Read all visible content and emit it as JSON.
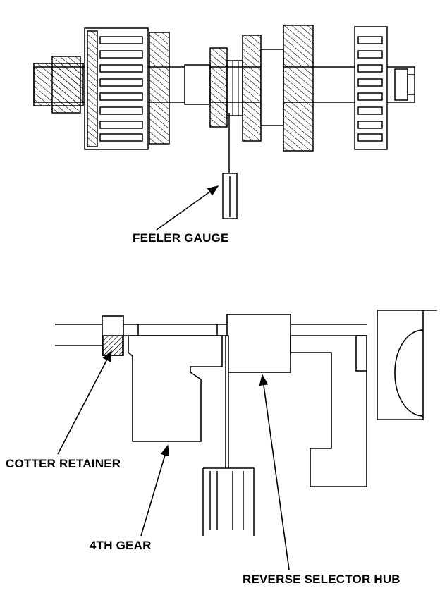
{
  "labels": {
    "feeler_gauge": "FEELER GAUGE",
    "cotter_retainer": "COTTER RETAINER",
    "fourth_gear": "4TH GEAR",
    "reverse_selector_hub": "REVERSE SELECTOR HUB"
  }
}
